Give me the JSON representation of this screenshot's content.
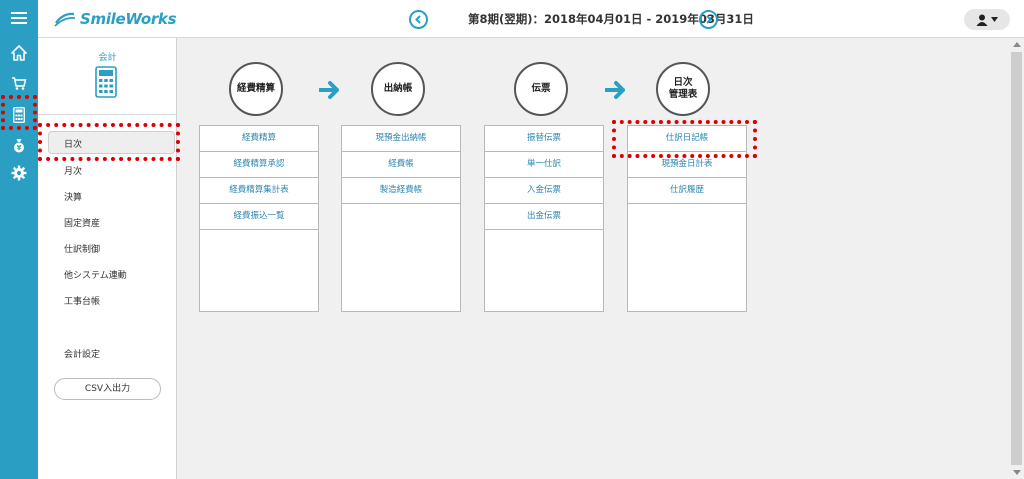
{
  "header": {
    "logo_text": "SmileWorks",
    "period_text": "第8期(翌期)：2018年04月01日 - 2019年03月31日"
  },
  "rail": {
    "icons": [
      "menu-icon",
      "home-icon",
      "cart-icon",
      "calculator-icon",
      "money-bag-icon",
      "gear-icon"
    ]
  },
  "submenu": {
    "title": "会計",
    "items": [
      "日次",
      "月次",
      "決算",
      "固定資産",
      "仕訳制御",
      "他システム連動",
      "工事台帳"
    ],
    "settings": "会計設定",
    "csv_button": "CSV入出力"
  },
  "workflow": [
    {
      "title_line1": "経費精算",
      "title_line2": "",
      "items": [
        "経費精算",
        "経費精算承認",
        "経費精算集計表",
        "経費振込一覧"
      ]
    },
    {
      "title_line1": "出納帳",
      "title_line2": "",
      "items": [
        "現預金出納帳",
        "経費帳",
        "製造経費帳"
      ]
    },
    {
      "title_line1": "伝票",
      "title_line2": "",
      "items": [
        "振替伝票",
        "単一仕訳",
        "入金伝票",
        "出金伝票"
      ]
    },
    {
      "title_line1": "日次",
      "title_line2": "管理表",
      "items": [
        "仕訳日記帳",
        "現預金日計表",
        "仕訳履歴"
      ]
    }
  ],
  "colors": {
    "accent": "#2a9fc3",
    "highlight": "#dd0000",
    "link": "#2a86b0"
  }
}
